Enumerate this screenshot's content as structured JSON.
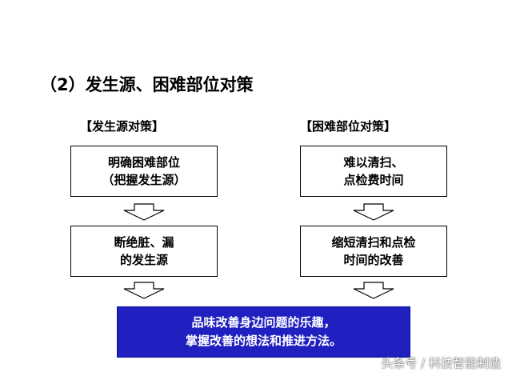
{
  "title": "（2）发生源、困难部位对策",
  "left_column": {
    "heading": "【发生源对策】",
    "step1": {
      "line1": "明确困难部位",
      "line2": "（把握发生源）"
    },
    "step2": {
      "line1": "断绝脏、漏",
      "line2": "的发生源"
    }
  },
  "right_column": {
    "heading": "【困难部位对策】",
    "step1": {
      "line1": "难以清扫、",
      "line2": "点检费时间"
    },
    "step2": {
      "line1": "缩短清扫和点检",
      "line2": "时间的改善"
    }
  },
  "result": {
    "line1": "品味改善身边问题的乐趣，",
    "line2": "掌握改善的想法和推进方法。"
  },
  "watermark": "头条号 / 科技智能制造",
  "colors": {
    "result_fill": "#2020c0",
    "result_text": "#ffffff",
    "box_border": "#000000"
  },
  "icons": [
    "down-arrow-icon"
  ]
}
